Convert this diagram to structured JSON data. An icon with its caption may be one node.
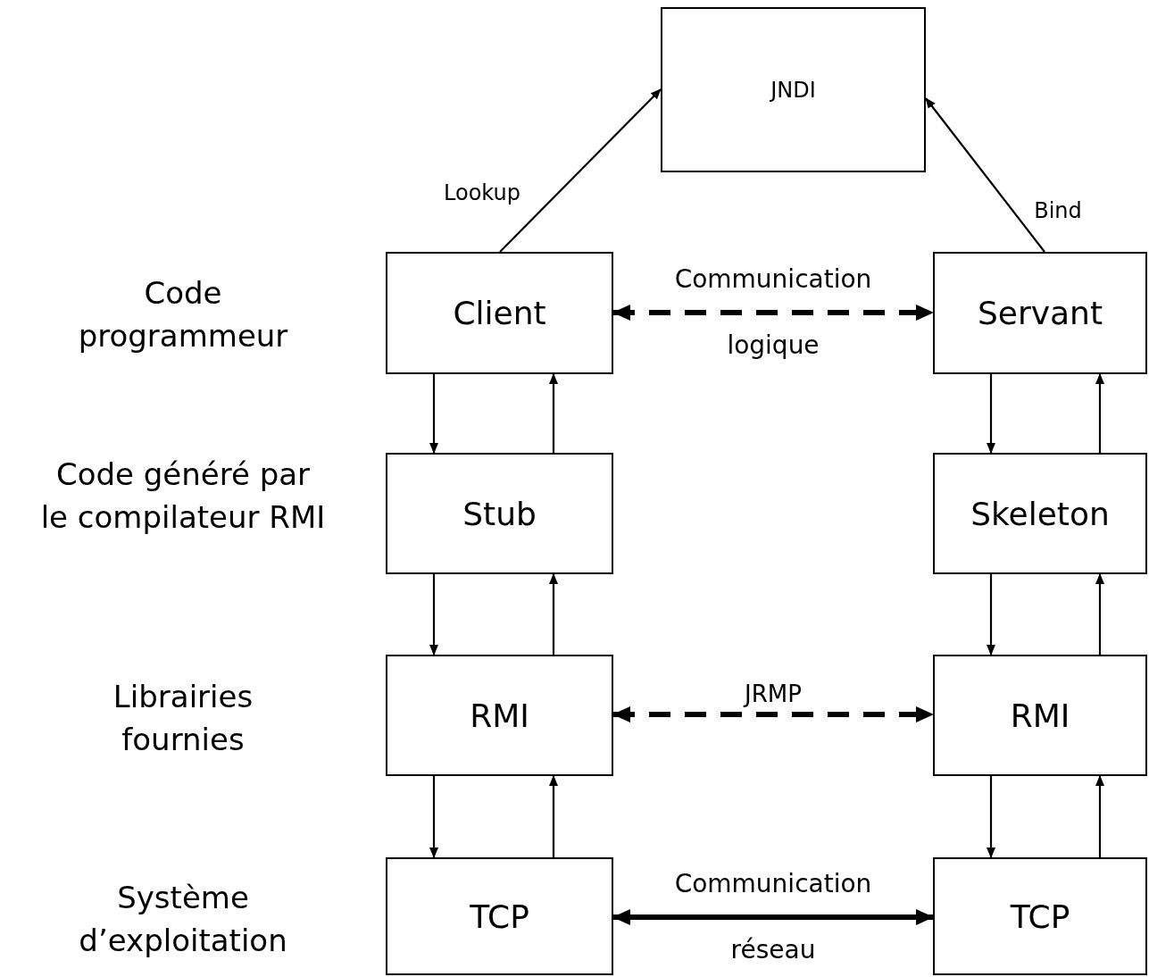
{
  "diagram": {
    "nodes": [
      {
        "text": [
          "JNDI"
        ]
      },
      {
        "text": [
          "Client"
        ]
      },
      {
        "text": [
          "Servant"
        ]
      },
      {
        "text": [
          "Stub"
        ]
      },
      {
        "text": [
          "Skeleton"
        ]
      },
      {
        "text": [
          "RMI"
        ]
      },
      {
        "text": [
          "RMI"
        ]
      },
      {
        "text": [
          "TCP"
        ]
      },
      {
        "text": [
          "TCP"
        ]
      }
    ],
    "edges": [
      {
        "from": 1,
        "to": 0,
        "arrow": "to",
        "label": "Lookup"
      },
      {
        "from": 2,
        "to": 0,
        "arrow": "to",
        "label": "Bind"
      },
      {
        "from": 1,
        "to": 2,
        "arrow": "both",
        "style": "dashed",
        "label": "Communication logique"
      },
      {
        "from": 1,
        "to": 3,
        "arrow": "to"
      },
      {
        "from": 3,
        "to": 1,
        "arrow": "to"
      },
      {
        "from": 2,
        "to": 4,
        "arrow": "to"
      },
      {
        "from": 4,
        "to": 2,
        "arrow": "to"
      },
      {
        "from": 3,
        "to": 5,
        "arrow": "to"
      },
      {
        "from": 5,
        "to": 3,
        "arrow": "to"
      },
      {
        "from": 4,
        "to": 6,
        "arrow": "to"
      },
      {
        "from": 6,
        "to": 4,
        "arrow": "to"
      },
      {
        "from": 5,
        "to": 6,
        "arrow": "both",
        "style": "dashed",
        "label": "JRMP"
      },
      {
        "from": 5,
        "to": 7,
        "arrow": "to"
      },
      {
        "from": 7,
        "to": 5,
        "arrow": "to"
      },
      {
        "from": 6,
        "to": 8,
        "arrow": "to"
      },
      {
        "from": 8,
        "to": 6,
        "arrow": "to"
      },
      {
        "from": 7,
        "to": 8,
        "arrow": "both",
        "style": "thick",
        "label": "Communication réseau"
      }
    ],
    "labels": [
      "Code programmeur",
      "Code généré par le compilateur RMI",
      "Librairies fournies",
      "Système d’exploitation"
    ]
  }
}
